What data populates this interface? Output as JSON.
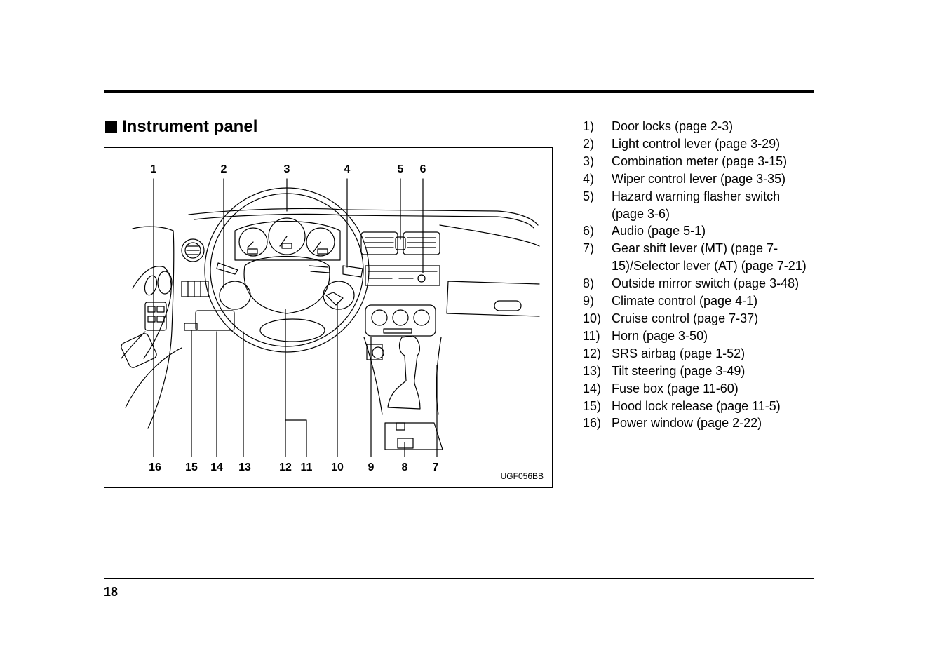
{
  "section": {
    "title": "Instrument panel",
    "bullet_icon": "filled-square-icon"
  },
  "figure": {
    "code": "UGF056BB",
    "top_callouts": [
      "1",
      "2",
      "3",
      "4",
      "5",
      "6"
    ],
    "bottom_callouts": [
      "16",
      "15",
      "14",
      "13",
      "12",
      "11",
      "10",
      "9",
      "8",
      "7"
    ]
  },
  "legend": {
    "items": [
      {
        "num": "1)",
        "text": "Door locks (page 2-3)"
      },
      {
        "num": "2)",
        "text": "Light control lever (page 3-29)"
      },
      {
        "num": "3)",
        "text": "Combination meter (page 3-15)"
      },
      {
        "num": "4)",
        "text": "Wiper control lever (page 3-35)"
      },
      {
        "num": "5)",
        "text": "Hazard warning flasher switch (page 3-6)"
      },
      {
        "num": "6)",
        "text": "Audio (page 5-1)"
      },
      {
        "num": "7)",
        "text": "Gear shift lever (MT) (page 7-15)/Selector lever (AT) (page 7-21)"
      },
      {
        "num": "8)",
        "text": "Outside mirror switch (page 3-48)"
      },
      {
        "num": "9)",
        "text": "Climate control (page 4-1)"
      },
      {
        "num": "10)",
        "text": "Cruise control (page 7-37)"
      },
      {
        "num": "11)",
        "text": "Horn (page 3-50)"
      },
      {
        "num": "12)",
        "text": "SRS airbag (page 1-52)"
      },
      {
        "num": "13)",
        "text": "Tilt steering (page 3-49)"
      },
      {
        "num": "14)",
        "text": "Fuse box (page 11-60)"
      },
      {
        "num": "15)",
        "text": "Hood lock release (page 11-5)"
      },
      {
        "num": "16)",
        "text": "Power window (page 2-22)"
      }
    ]
  },
  "page": {
    "number": "18"
  }
}
